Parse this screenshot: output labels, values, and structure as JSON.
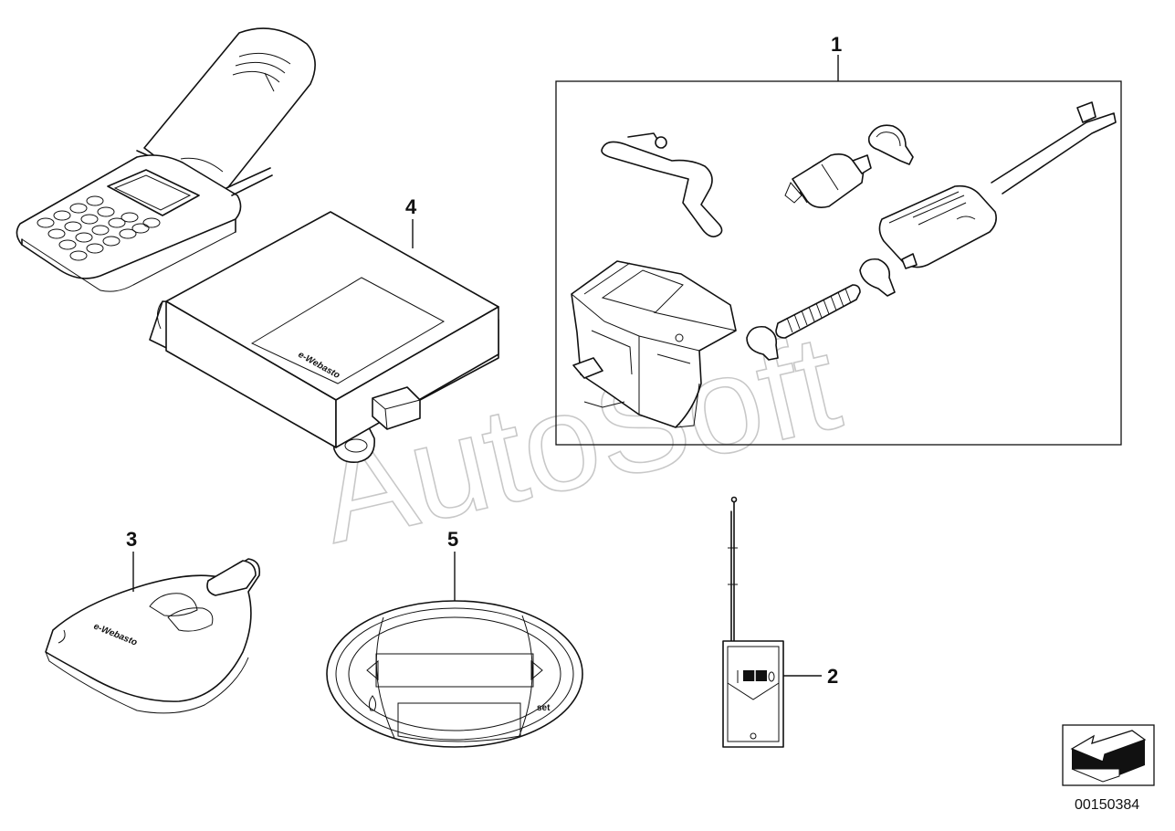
{
  "diagram": {
    "watermark": "AutoSoft",
    "document_number": "00150384",
    "callouts": {
      "part_1": "1",
      "part_2": "2",
      "part_3": "3",
      "part_4": "4",
      "part_5": "5"
    },
    "brand_labels": {
      "control_unit": "e-Webasto",
      "remote": "e-Webasto"
    },
    "display_label": "set",
    "icons": [
      "mobile-phone-icon",
      "control-unit-icon",
      "remote-key-icon",
      "display-panel-icon",
      "handheld-transmitter-icon",
      "heater-kit-icon",
      "navigation-arrow-icon"
    ]
  }
}
